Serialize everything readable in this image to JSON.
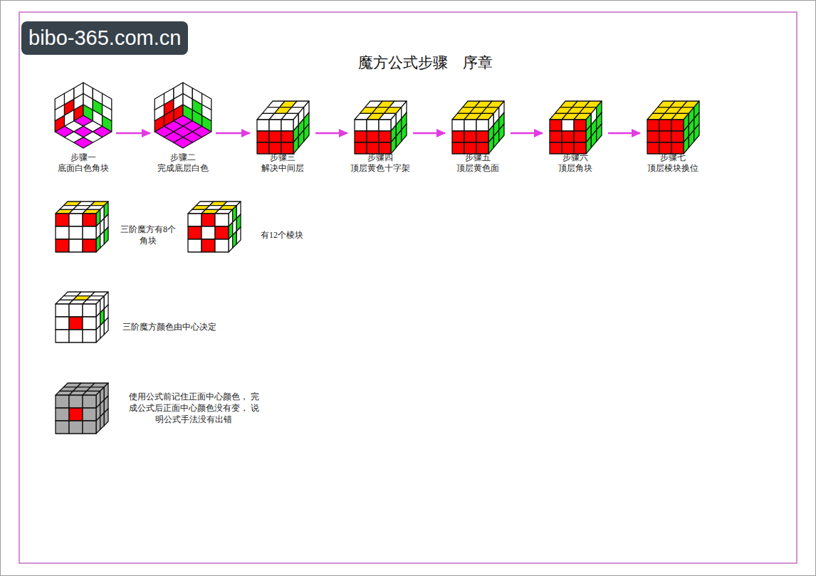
{
  "diagram": {
    "title": "魔方公式步骤　序章",
    "nodes": [
      {
        "text": [
          "步骤一",
          "底面白色角块"
        ]
      },
      {
        "text": [
          "步骤二",
          "完成底层白色"
        ]
      },
      {
        "text": [
          "步骤三",
          "解决中间层"
        ]
      },
      {
        "text": [
          "步骤四",
          "顶层黄色十字架"
        ]
      },
      {
        "text": [
          "步骤五",
          "顶层黄色面"
        ]
      },
      {
        "text": [
          "步骤六",
          "顶层角块"
        ]
      },
      {
        "text": [
          "步骤七",
          "顶层棱块换位"
        ]
      }
    ],
    "edges": [
      {
        "from": 0,
        "to": 1,
        "arrow": "to"
      },
      {
        "from": 1,
        "to": 2,
        "arrow": "to"
      },
      {
        "from": 2,
        "to": 3,
        "arrow": "to"
      },
      {
        "from": 3,
        "to": 4,
        "arrow": "to"
      },
      {
        "from": 4,
        "to": 5,
        "arrow": "to"
      },
      {
        "from": 5,
        "to": 6,
        "arrow": "to"
      }
    ],
    "labels": [
      "bibo-365.com.cn",
      "三阶魔方有8个 角块",
      "有12个棱块",
      "三阶魔方颜色由中心决定",
      "使用公式前记住正面中心颜色， 完成公式后正面中心颜色没有变， 说明公式手法没有出错"
    ]
  }
}
